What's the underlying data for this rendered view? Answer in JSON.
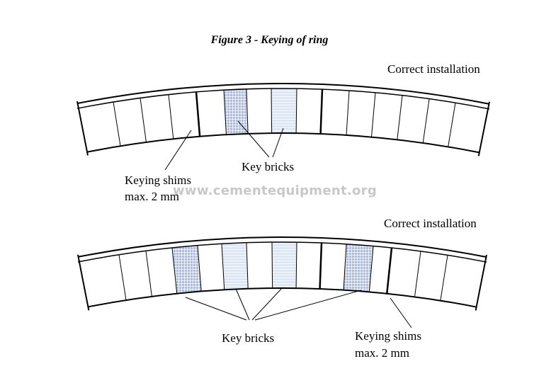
{
  "figure": {
    "title": "Figure 3 - Keying of ring",
    "watermark": "www.cementequipment.org"
  },
  "colors": {
    "line": "#000000",
    "key_brick_blue": "#a9bce6",
    "key_brick_light": "#dde6f5"
  },
  "diagram_top": {
    "heading": "Correct installation",
    "shim_label_line1": "Keying shims",
    "shim_label_line2": "max. 2 mm",
    "key_label": "Key bricks"
  },
  "diagram_bottom": {
    "heading": "Correct installation",
    "key_label": "Key bricks",
    "shim_label_line1": "Keying shims",
    "shim_label_line2": "max. 2 mm"
  }
}
